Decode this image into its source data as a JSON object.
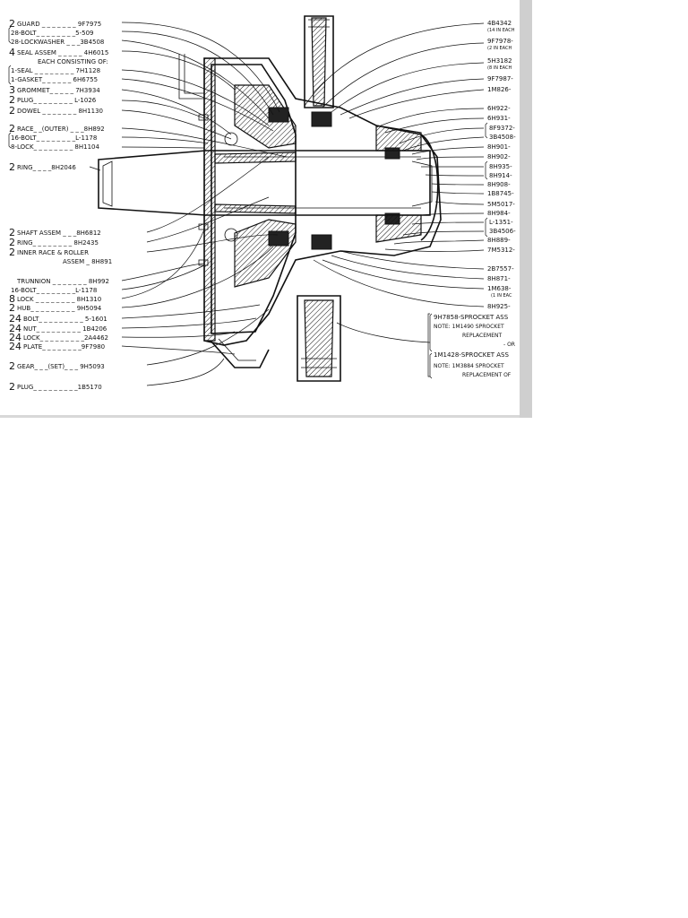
{
  "left_labels": [
    {
      "qty": "2",
      "text": "GUARD _ _ _ _ _ _ _ 9F7975"
    },
    {
      "qty": "",
      "text": "28-BOLT_ _ _ _ _ _ _ _5-509"
    },
    {
      "qty": "",
      "text": "28-LOCKWASHER _ _ _3B4508"
    },
    {
      "qty": "4",
      "text": "SEAL ASSEM _ _ _ _ _ 4H6015"
    },
    {
      "qty": "",
      "text": "EACH CONSISTING OF:"
    },
    {
      "qty": "",
      "text": "1-SEAL _ _ _ _ _ _ _ _ 7H1128"
    },
    {
      "qty": "",
      "text": "1-GASKET_ _ _ _ _ _ 6H6755"
    },
    {
      "qty": "3",
      "text": "GROMMET_ _ _ _ _ 7H3934"
    },
    {
      "qty": "2",
      "text": "PLUG_ _ _ _ _ _ _ _ L-1026"
    },
    {
      "qty": "2",
      "text": "DOWEL _ _ _ _ _ _ _ 8H1130"
    },
    {
      "qty": "2",
      "text": "RACE_ _(OUTER) _ _ _8H892"
    },
    {
      "qty": "",
      "text": "16-BOLT_ _ _ _ _ _ _ _L-1178"
    },
    {
      "qty": "",
      "text": "8-LOCK_ _ _ _ _ _ _ _ 8H1104"
    },
    {
      "qty": "2",
      "text": "RING_ _ _ _8H2046"
    },
    {
      "qty": "2",
      "text": "SHAFT ASSEM _ _ _8H6812"
    },
    {
      "qty": "2",
      "text": "RING_ _ _ _ _ _ _ _ 8H2435"
    },
    {
      "qty": "2",
      "text": "INNER RACE & ROLLER"
    },
    {
      "qty": "",
      "text": "ASSEM _ 8H891"
    },
    {
      "qty": "",
      "text": "TRUNNION _ _ _ _ _ _ _ 8H992"
    },
    {
      "qty": "",
      "text": "16-BOLT_ _ _ _ _ _ _ _L-1178"
    },
    {
      "qty": "8",
      "text": "LOCK _ _ _ _ _ _ _ _ 8H1310"
    },
    {
      "qty": "2",
      "text": "HUB_ _ _ _ _ _ _ _ _ 9H5094"
    },
    {
      "qty": "24",
      "text": "BOLT_ _ _ _ _ _ _ _ _ 5-1601"
    },
    {
      "qty": "24",
      "text": "NUT_ _ _ _ _ _ _ _ _ 1B4206"
    },
    {
      "qty": "24",
      "text": "LOCK_ _ _ _ _ _ _ _ _2A4462"
    },
    {
      "qty": "24",
      "text": "PLATE_ _ _ _ _ _ _ _9F7980"
    },
    {
      "qty": "2",
      "text": "GEAR_ _ _(SET)_ _ _ 9H5093"
    },
    {
      "qty": "2",
      "text": "PLUG_ _ _ _ _ _ _ _ _1B5170"
    }
  ],
  "right_labels": [
    {
      "text": "4B4342"
    },
    {
      "text": "(14 IN EACH"
    },
    {
      "text": "9F7978-"
    },
    {
      "text": "(2 IN EACH"
    },
    {
      "text": "5H3182"
    },
    {
      "text": "(8 IN EACH"
    },
    {
      "text": "9F7987-"
    },
    {
      "text": "1M826-"
    },
    {
      "text": "6H922-"
    },
    {
      "text": "6H931-"
    },
    {
      "text": "8F9372-"
    },
    {
      "text": "3B4508-"
    },
    {
      "text": "8H901-"
    },
    {
      "text": "8H902-"
    },
    {
      "text": "8H935-"
    },
    {
      "text": "8H914-"
    },
    {
      "text": "8H908-"
    },
    {
      "text": "1B8745-"
    },
    {
      "text": "5M5017-"
    },
    {
      "text": "8H984-"
    },
    {
      "text": "L-1351-"
    },
    {
      "text": "3B4506-"
    },
    {
      "text": "8H889-"
    },
    {
      "text": "7M5312-"
    },
    {
      "text": "2B7557-"
    },
    {
      "text": "8H871-"
    },
    {
      "text": "1M638-"
    },
    {
      "text": "(1 IN EAC"
    },
    {
      "text": "8H925-"
    }
  ],
  "notes": [
    {
      "text": "9H7858-SPROCKET ASS"
    },
    {
      "text": "NOTE: 1M1490 SPROCKET"
    },
    {
      "text": "REPLACEMENT"
    },
    {
      "text": "- OR"
    },
    {
      "text": "1M1428-SPROCKET ASS"
    },
    {
      "text": "NOTE: 1M3884 SPROCKET"
    },
    {
      "text": "REPLACEMENT OF"
    }
  ]
}
